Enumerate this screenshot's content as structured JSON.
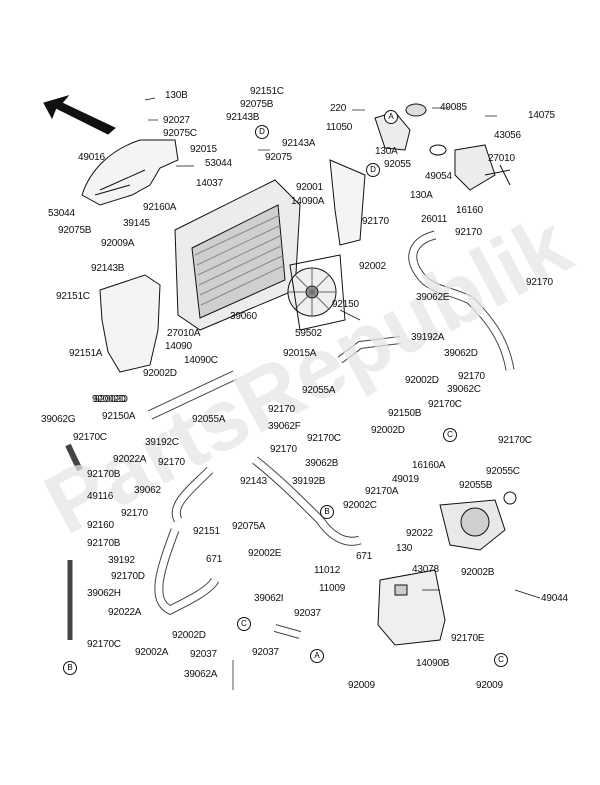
{
  "watermark": "PartsRepublik",
  "labels": {
    "p130B": "130B",
    "p92027": "92027",
    "p92075C": "92075C",
    "p49016": "49016",
    "p92015": "92015",
    "p53044a": "53044",
    "p14037": "14037",
    "p53044b": "53044",
    "p92160A": "92160A",
    "p39145": "39145",
    "p92075B_l": "92075B",
    "p92009A": "92009A",
    "p92143B_l": "92143B",
    "p92151C_l": "92151C",
    "p27010A": "27010A",
    "p14090": "14090",
    "p92151A": "92151A",
    "p14090C": "14090C",
    "p92002D_a": "92002D",
    "p92002D_b": "92002D",
    "p92151C_t": "92151C",
    "p92075B_t": "92075B",
    "p92143B_t": "92143B",
    "p92143A": "92143A",
    "p92075": "92075",
    "p92001": "92001",
    "p14090A": "14090A",
    "p220": "220",
    "p11050": "11050",
    "p49085": "49085",
    "p14075": "14075",
    "p43056": "43056",
    "p130A_a": "130A",
    "p92055": "92055",
    "p49054": "49054",
    "p27010": "27010",
    "p130A_b": "130A",
    "p16160": "16160",
    "p92170_a": "92170",
    "p26011": "26011",
    "p92170_b": "92170",
    "p92002_m": "92002",
    "p92170_c": "92170",
    "p39062E": "39062E",
    "p39060": "39060",
    "p92150": "92150",
    "p59502": "59502",
    "p39192A": "39192A",
    "p92015A": "92015A",
    "p39062D": "39062D",
    "p92055A_a": "92055A",
    "p92002D_c": "92002D",
    "p92170_d": "92170",
    "p39062C": "39062C",
    "p92150B": "92150B",
    "p92170C_a": "92170C",
    "p92002D_d": "92002D",
    "p92002D_e": "92002D",
    "p92150A": "92150A",
    "p92170_e": "92170",
    "p92055A_b": "92055A",
    "p39062F": "39062F",
    "p39062G": "39062G",
    "p92170C_b": "92170C",
    "p39192C": "39192C",
    "p92022A_a": "92022A",
    "p92170B_a": "92170B",
    "p92170_f": "92170",
    "p92170_g": "92170",
    "p92170C_c": "92170C",
    "p92170C_d": "92170C",
    "p39062B": "39062B",
    "p16160A": "16160A",
    "p49116": "49116",
    "p92143": "92143",
    "p39062": "39062",
    "p39192B": "39192B",
    "p49019": "49019",
    "p92170A": "92170A",
    "p92055C": "92055C",
    "p92055B": "92055B",
    "p92160": "92160",
    "p92170B_b": "92170B",
    "p92170_h": "92170",
    "p92151": "92151",
    "p92075A": "92075A",
    "p92002C": "92002C",
    "p92022": "92022",
    "p130": "130",
    "p39192": "39192",
    "p671_a": "671",
    "p92002E": "92002E",
    "p671_b": "671",
    "p92170D": "92170D",
    "p39062H": "39062H",
    "p11012": "11012",
    "p43078": "43078",
    "p92002B": "92002B",
    "p11009": "11009",
    "p49044": "49044",
    "p92022A_b": "92022A",
    "p92002D_f": "92002D",
    "p39062I": "39062I",
    "p92037_a": "92037",
    "p92170C_e": "92170C",
    "p92002A": "92002A",
    "p92037_b": "92037",
    "p92037_c": "92037",
    "p92170E": "92170E",
    "p14090B": "14090B",
    "p39062A": "39062A",
    "p92009_a": "92009",
    "p92009_b": "92009"
  },
  "callouts": {
    "A_top": "A",
    "D_left": "D",
    "D_right": "D",
    "C_right": "C",
    "B_mid": "B",
    "A_bottom": "A",
    "C_bottom": "C",
    "B_left": "B",
    "C_lower": "C"
  }
}
